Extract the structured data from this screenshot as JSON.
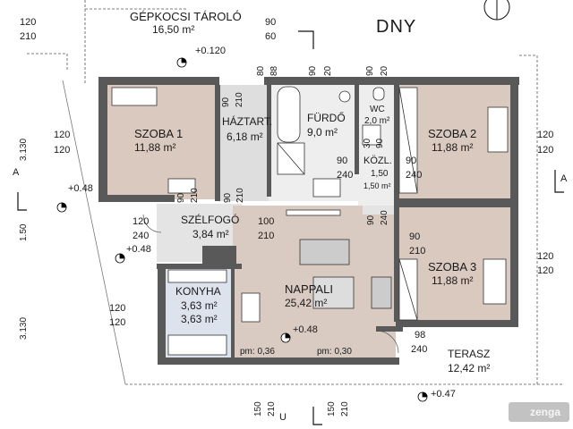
{
  "orientation": "DNY",
  "watermark": "zenga",
  "rooms": {
    "garage": {
      "name": "GÉPKOCSI TÁROLÓ",
      "area": "16,50 m²"
    },
    "szoba1": {
      "name": "SZOBA 1",
      "area": "11,88 m²"
    },
    "haztart": {
      "name": "HÁZTART.",
      "area": "6,18 m²"
    },
    "furdo": {
      "name": "FÜRDŐ",
      "area": "9,0 m²"
    },
    "wc": {
      "name": "WC",
      "area": "2,0 m²"
    },
    "szoba2": {
      "name": "SZOBA 2",
      "area": "11,88 m²"
    },
    "kozl": {
      "name": "KÖZL.",
      "area1": "1,50",
      "area2": "1,50 m²"
    },
    "szelfogo": {
      "name": "SZÉLFOGÓ",
      "area": "3,84 m²"
    },
    "nappali": {
      "name": "NAPPALI",
      "area": "25,42 m²"
    },
    "konyha": {
      "name": "KONYHA",
      "area1": "3,63 m²",
      "area2": "3,63 m²"
    },
    "szoba3": {
      "name": "SZOBA 3",
      "area": "11,88 m²"
    },
    "terasz": {
      "name": "TERASZ",
      "area": "12,42 m²"
    }
  },
  "levels": {
    "garage": "+0.120",
    "left": "+0.48",
    "entry": "+0.48",
    "living": "+0.48",
    "terrace": "+0.47"
  },
  "openings": {
    "o_topleft": [
      "120",
      "210"
    ],
    "o_szoba1": [
      "120",
      "120"
    ],
    "o_garage_door": [
      "90",
      "60"
    ],
    "o_haz_top_a": "80",
    "o_haz_top_b": "88",
    "o_haz_left_a": "90",
    "o_haz_left_b": "210",
    "o_furdo_top_a": "90",
    "o_furdo_top_b": "20",
    "o_wc_top_a": "90",
    "o_wc_top_b": "20",
    "o_wc_side_a": "30",
    "o_wc_side_b": "90",
    "o_furdo_door": [
      "90",
      "240"
    ],
    "o_kozl_door": [
      "90",
      "240"
    ],
    "o_szoba2": [
      "120",
      "120"
    ],
    "o_sz1_door_a": "90",
    "o_sz1_door_b": "210",
    "o_haz_door_a": "90",
    "o_haz_door_b": "210",
    "o_entry": [
      "120",
      "240"
    ],
    "o_nappali_door": [
      "100",
      "210"
    ],
    "o_kozl_v_a": "90",
    "o_kozl_v_b": "240",
    "o_sz3_door": [
      "90",
      "210"
    ],
    "o_sz3_win": [
      "120",
      "120"
    ],
    "o_konyha_win": [
      "120",
      "120"
    ],
    "o_terasz_door": [
      "98",
      "240"
    ],
    "o_bottom1": [
      "150",
      "210"
    ],
    "o_bottom2": [
      "150",
      "210"
    ]
  },
  "sill": {
    "left": "pm: 0,36",
    "right": "pm: 0,30"
  },
  "dims": {
    "d1": "3.130",
    "d2": "1.50",
    "d3": "3.130"
  },
  "sections": {
    "a_left": "A",
    "a_right": "A",
    "u": "U"
  }
}
